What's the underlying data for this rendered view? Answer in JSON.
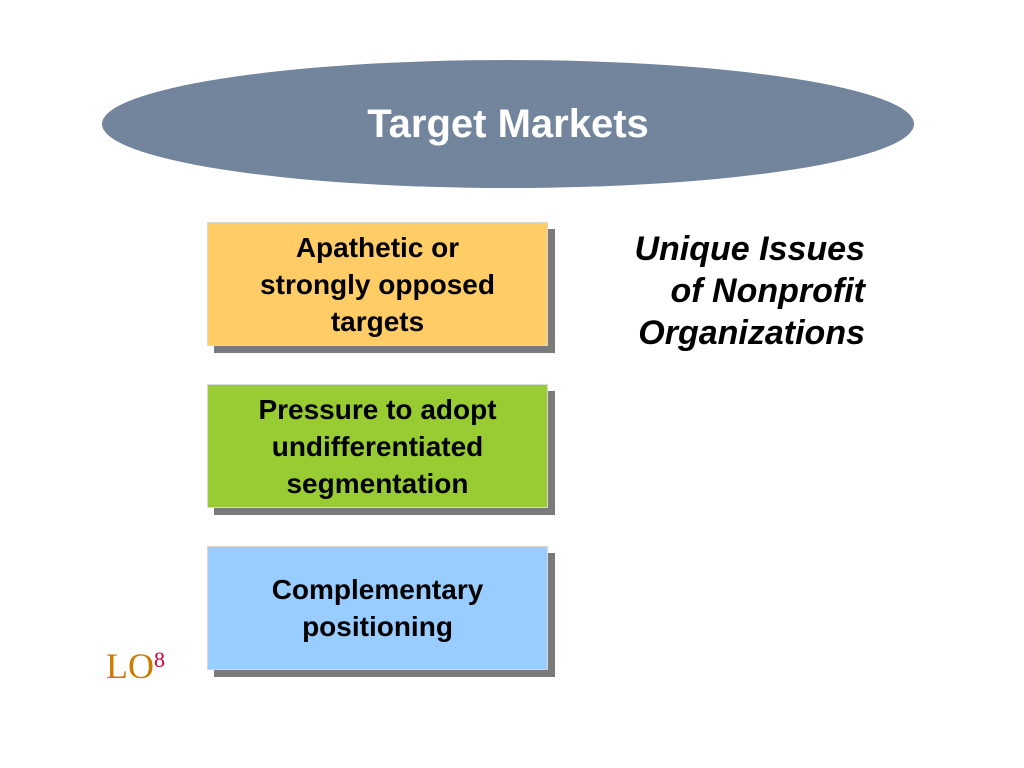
{
  "title": "Target Markets",
  "boxes": [
    {
      "label": "Apathetic or\nstrongly opposed\ntargets",
      "color": "#ffcc66"
    },
    {
      "label": "Pressure to adopt\nundifferentiated\nsegmentation",
      "color": "#99cc33"
    },
    {
      "label": "Complementary\npositioning",
      "color": "#99ccff"
    }
  ],
  "side_heading": "Unique Issues\nof Nonprofit\nOrganizations",
  "lo_badge": {
    "text": "LO",
    "number": "8"
  },
  "colors": {
    "oval": "#72859d",
    "shadow": "#7a7a7a",
    "lo_text": "#cc7a00",
    "lo_number": "#cc0033"
  }
}
